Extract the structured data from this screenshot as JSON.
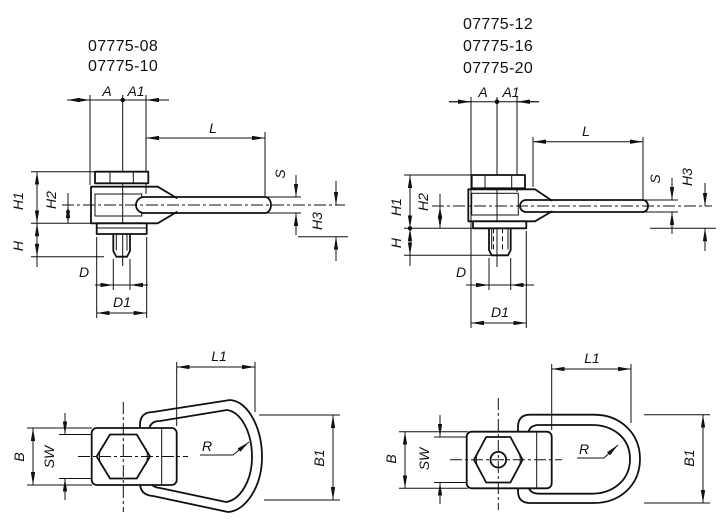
{
  "parts": {
    "left": [
      "07775-08",
      "07775-10"
    ],
    "right": [
      "07775-12",
      "07775-16",
      "07775-20"
    ]
  },
  "labels": {
    "A": "A",
    "A1": "A1",
    "L": "L",
    "S": "S",
    "H3": "H3",
    "H1": "H1",
    "H2": "H2",
    "H": "H",
    "D": "D",
    "D1": "D1",
    "L1": "L1",
    "R": "R",
    "B": "B",
    "SW": "SW",
    "B1": "B1"
  },
  "colors": {
    "line": "#111111",
    "background": "#ffffff"
  }
}
